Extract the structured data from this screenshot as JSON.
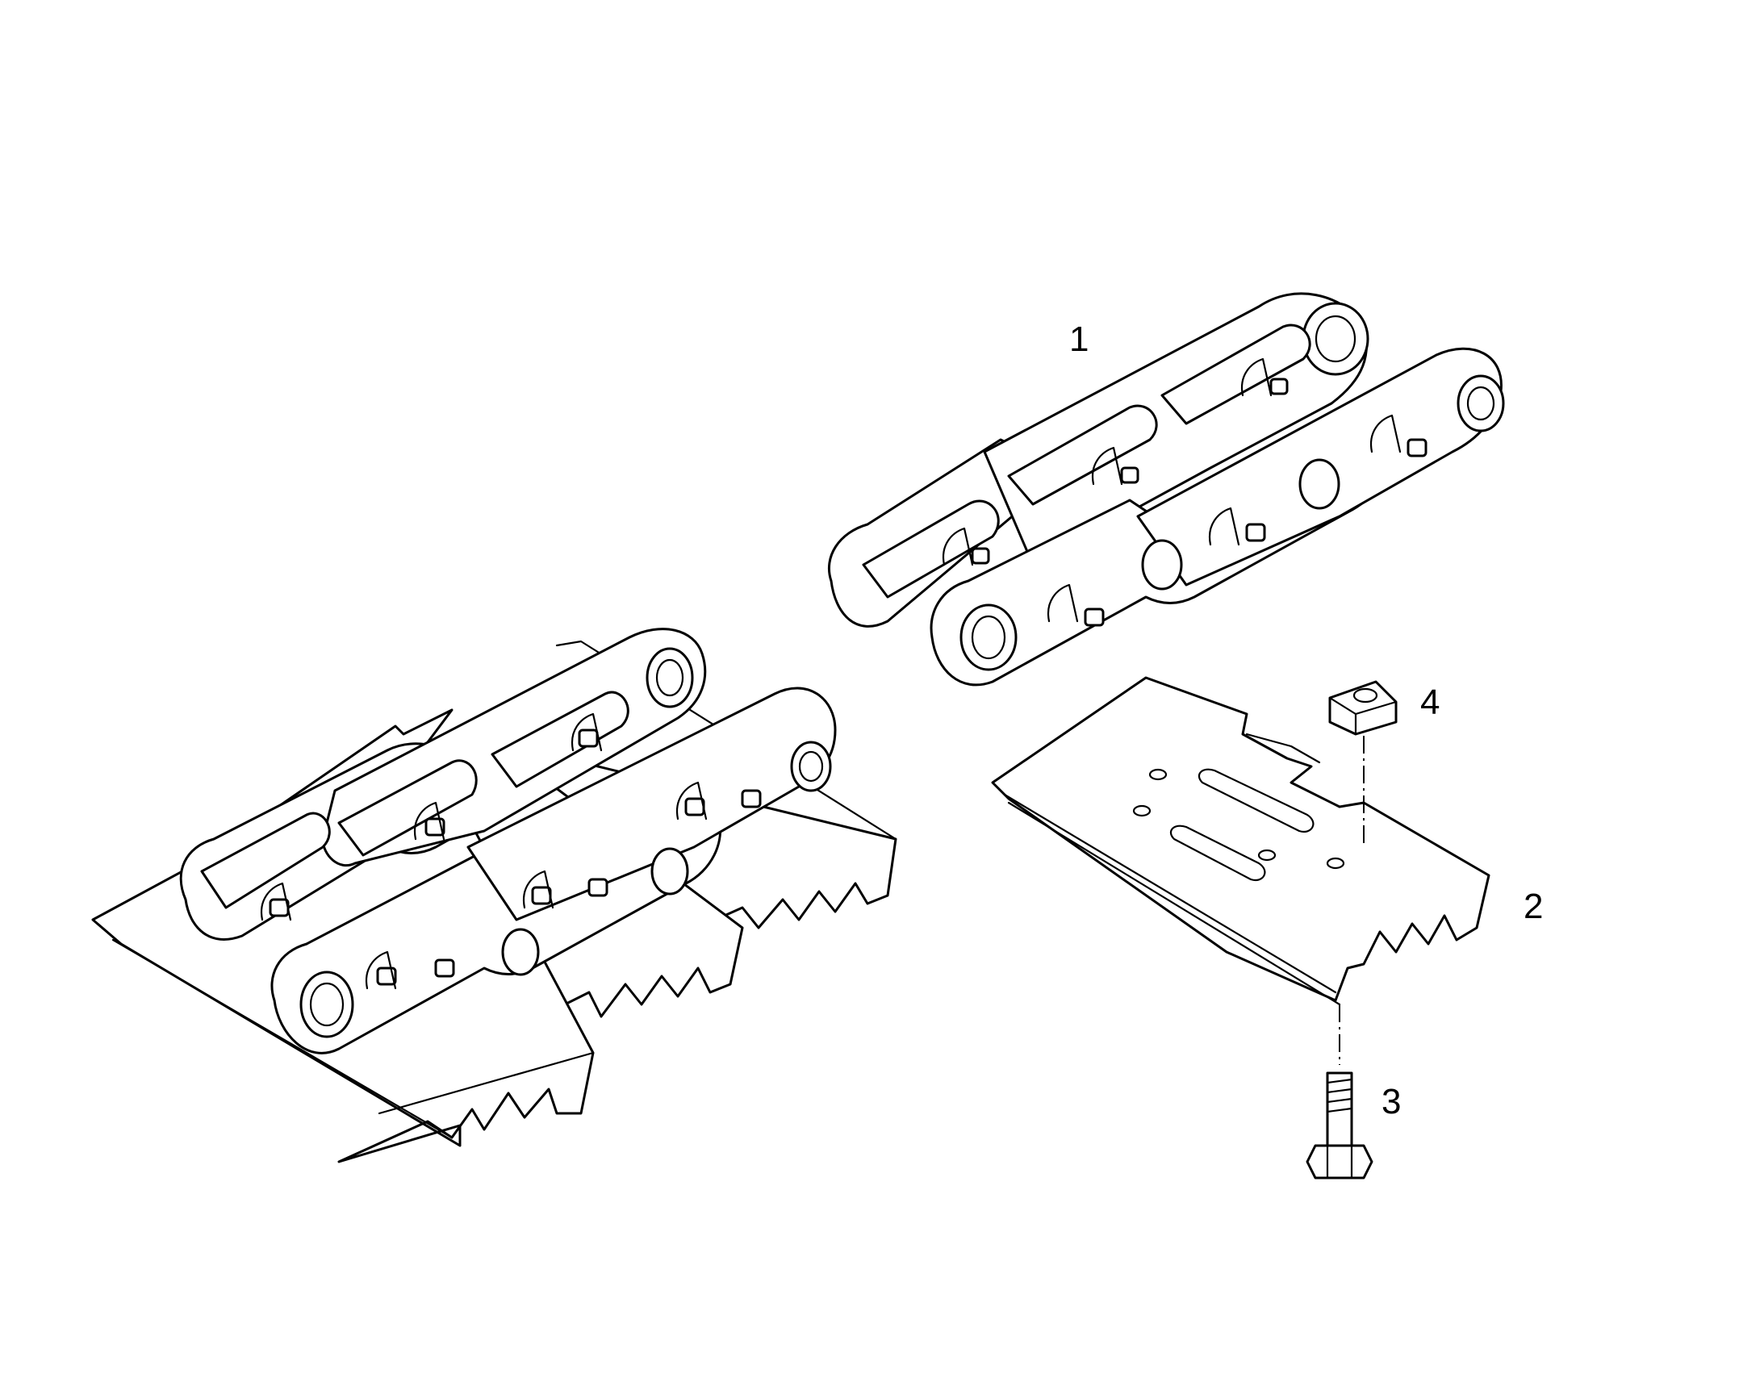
{
  "callouts": {
    "item_1": "1",
    "item_2": "2",
    "item_3": "3",
    "item_4": "4"
  }
}
